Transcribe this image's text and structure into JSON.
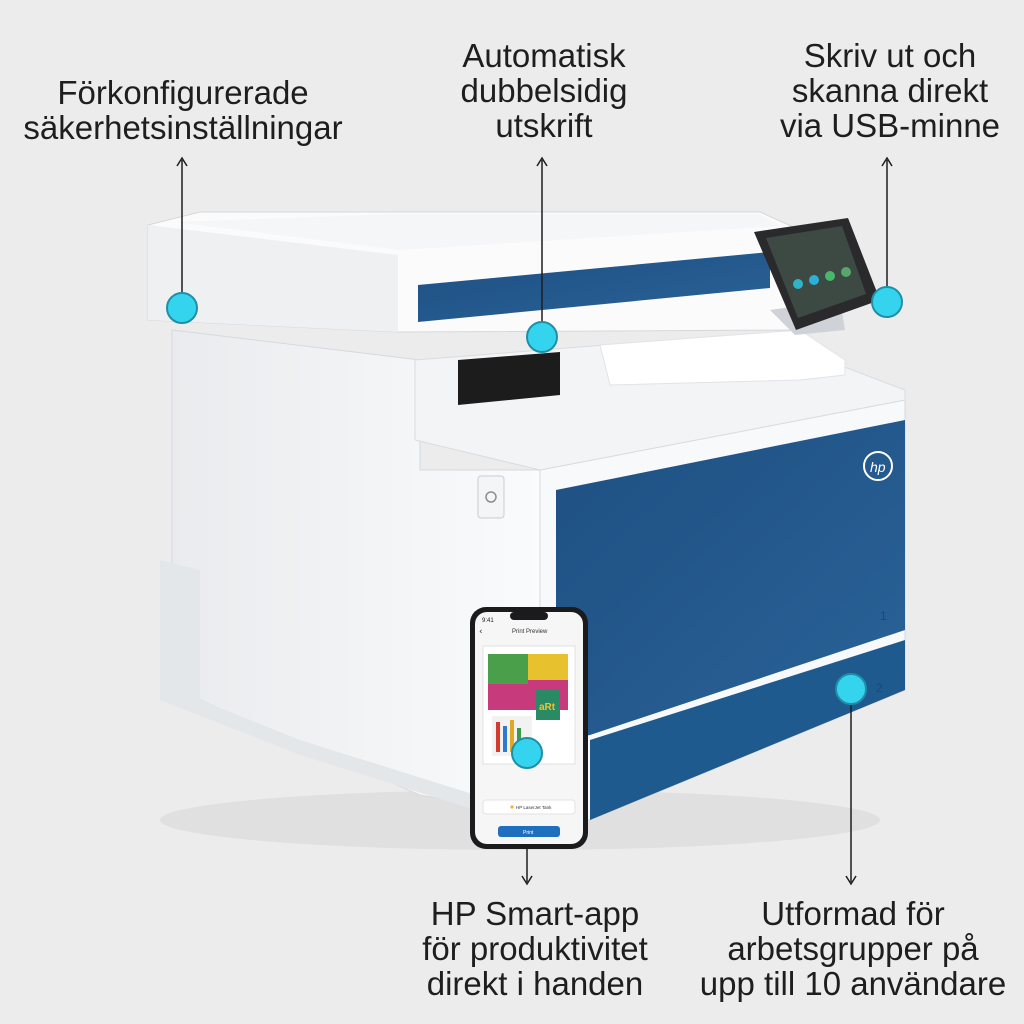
{
  "callouts": {
    "security": {
      "lines": [
        "Förkonfigurerade",
        "säkerhetsinställningar"
      ]
    },
    "duplex": {
      "lines": [
        "Automatisk",
        "dubbelsidig",
        "utskrift"
      ]
    },
    "usb": {
      "lines": [
        "Skriv ut och",
        "skanna direkt",
        "via USB-minne"
      ]
    },
    "app": {
      "lines": [
        "HP Smart-app",
        "för produktivitet",
        "direkt i handen"
      ]
    },
    "workgroup": {
      "lines": [
        "Utformad för",
        "arbetsgrupper på",
        "upp till 10 användare"
      ]
    }
  },
  "phone": {
    "time": "9:41",
    "screen_title": "Print Preview",
    "printer_name": "HP LaserJet Tank",
    "print_button": "Print",
    "poster_text": "aRt"
  },
  "printer": {
    "brand_logo": "hp",
    "tray_numbers": [
      "1",
      "2"
    ]
  },
  "colors": {
    "background": "#ececec",
    "printer_body": "#f7f8f9",
    "accent_blue": "#1f568a",
    "callout_dot": "#35d4ee",
    "text": "#1e1e1e"
  }
}
